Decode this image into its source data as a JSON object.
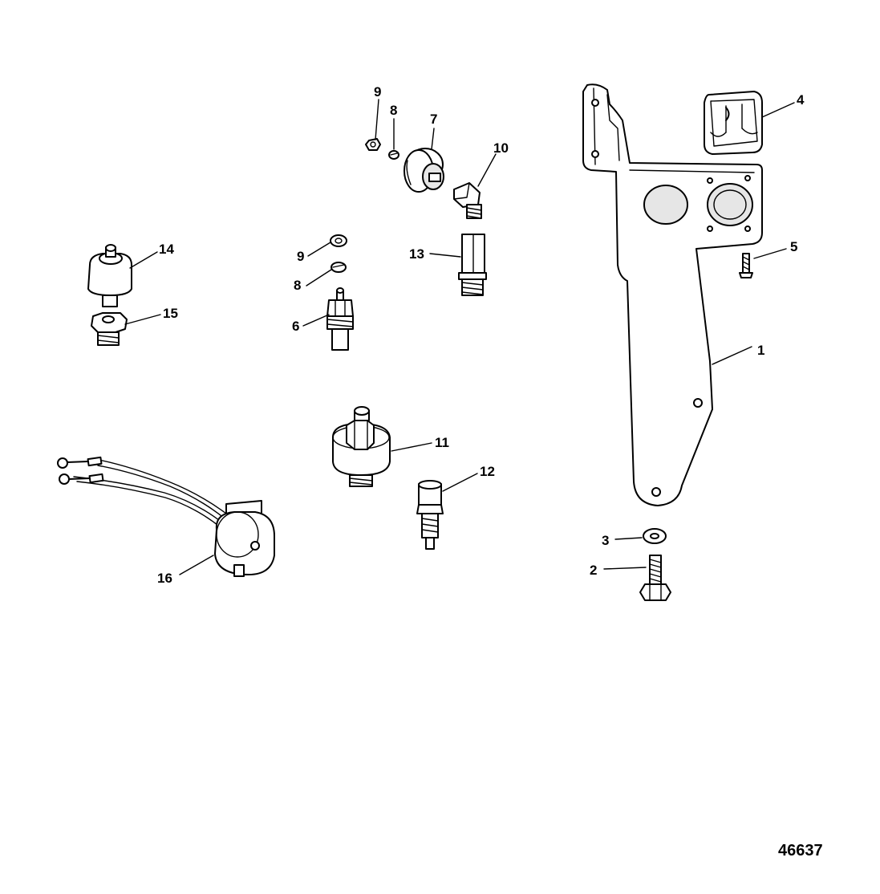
{
  "drawing_number": "46637",
  "callouts": {
    "c1": "1",
    "c2": "2",
    "c3": "3",
    "c4": "4",
    "c5": "5",
    "c6": "6",
    "c7": "7",
    "c8a": "8",
    "c8b": "8",
    "c9a": "9",
    "c9b": "9",
    "c10": "10",
    "c11": "11",
    "c12": "12",
    "c13": "13",
    "c14": "14",
    "c15": "15",
    "c16": "16"
  },
  "colors": {
    "ink": "#000000",
    "paper": "#ffffff"
  }
}
